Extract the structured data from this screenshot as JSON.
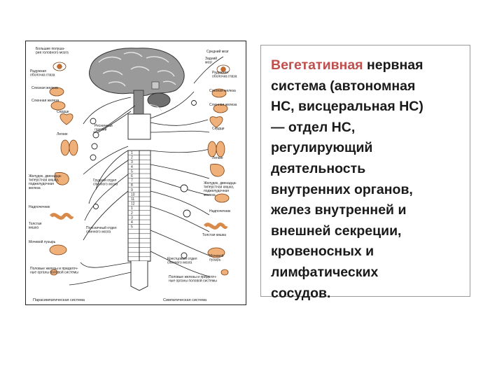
{
  "slide": {
    "definition": {
      "term": "Вегетативная",
      "body": " нервная\nсистема (автономная\nНС, висцеральная НС)\n— отдел НС,\nрегулирующий\nдеятельность\nвнутренних органов,\nжелез внутренней и\nвнешней секреции,\nкровеносных и\nлимфатических\nсосудов."
    },
    "figure": {
      "left_labels": [
        "Большие полуша-\nрия головного мозга",
        "Радужная\nоболочка глаза",
        "Слезная железа",
        "Слюнная железа",
        "Сердце",
        "Легкие",
        "Желудок, двенадца-\nтиперстная кишка,\nподжелудочная\nжелеза",
        "Надпочечник",
        "Толстая\nкишка",
        "Мочевой пузырь",
        "Половые железы и придаточ-\nные органы половой системы"
      ],
      "center_labels": [
        "Ресничный\nганглий",
        "Грудной отдел\nспинного мозга",
        "Поясничный отдел\nспинного мозга",
        "Крестцовый отдел\nспинного мозга"
      ],
      "right_labels": [
        "Средний мозг",
        "Задний\nмозг",
        "Радужная\nоболочка глаза",
        "Слезная железа",
        "Слюнная железа",
        "Сердце",
        "Легкие",
        "Желудок, двенадца-\nтиперстная кишка,\nподжелудочная\nжелеза",
        "Надпочечник",
        "Толстая кишка",
        "Мочевой\nпузырь",
        "Половые железы и придаточ-\nные органы половой системы"
      ],
      "bottom_left_caption": "Парасимпатическая система",
      "bottom_right_caption": "Симпатическая система"
    }
  }
}
